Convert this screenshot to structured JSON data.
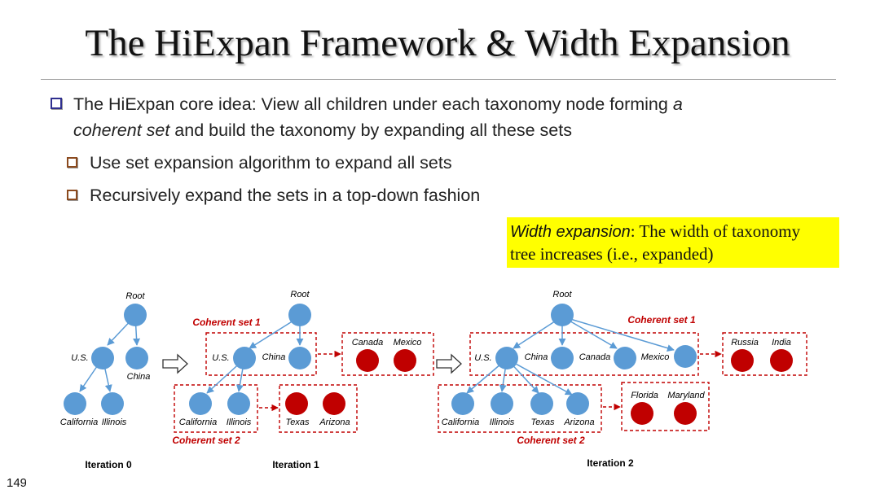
{
  "title": "The HiExpan Framework & Width Expansion",
  "bullets": [
    {
      "line1_pre": "The HiExpan core idea: View all children under each taxonomy node forming ",
      "line1_em": "a",
      "line2_em": "coherent set",
      "line2_post": " and build the taxonomy by expanding all these sets"
    },
    {
      "text": "Use set expansion algorithm to expand all sets"
    },
    {
      "text": "Recursively expand the sets in a top-down fashion"
    }
  ],
  "callout": {
    "em": "Width expansion",
    "line1_rest": ": The width of taxonomy",
    "line2": "tree increases (i.e., expanded)"
  },
  "diagram": {
    "iterations": [
      "Iteration 0",
      "Iteration 1",
      "Iteration 2"
    ],
    "root": "Root",
    "coherent_set_1": "Coherent set 1",
    "coherent_set_2": "Coherent set 2",
    "nodes": {
      "us": "U.S.",
      "china": "China",
      "california": "California",
      "illinois": "Illinois",
      "canada": "Canada",
      "mexico": "Mexico",
      "texas": "Texas",
      "arizona": "Arizona",
      "russia": "Russia",
      "india": "India",
      "florida": "Florida",
      "maryland": "Maryland"
    }
  },
  "page_number": "149",
  "colors": {
    "node_blue": "#5b9bd5",
    "node_red": "#c00000",
    "set_label": "#c00000",
    "highlight": "#ffff00"
  }
}
